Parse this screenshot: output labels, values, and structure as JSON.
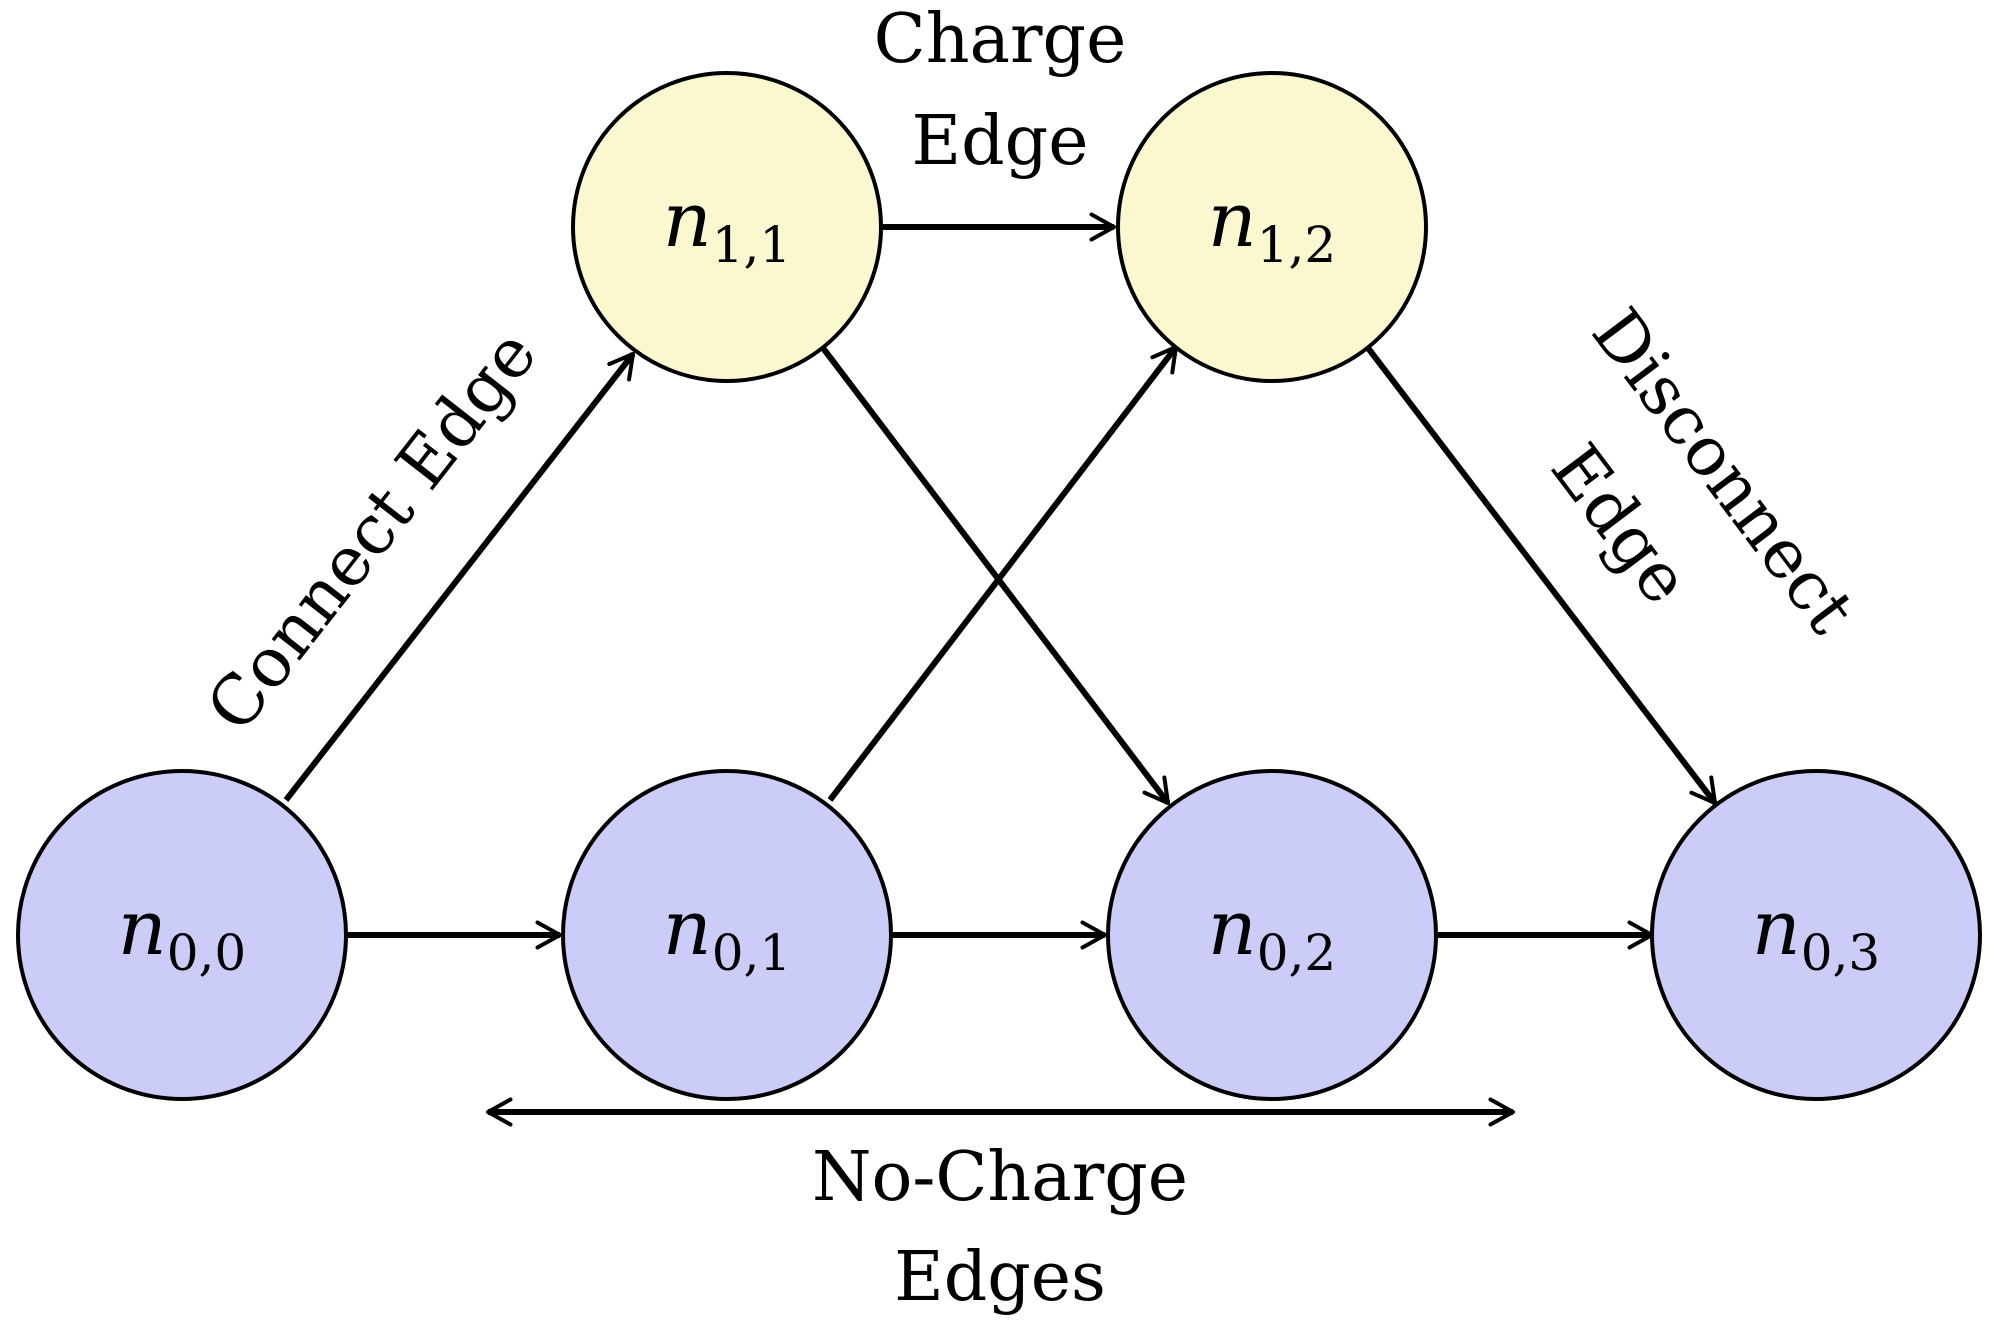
{
  "colors": {
    "level1_fill": "#fbf8d0",
    "level0_fill": "#ccccf9",
    "stroke": "#000000"
  },
  "nodes": {
    "n11": {
      "base": "n",
      "sub": "1,1"
    },
    "n12": {
      "base": "n",
      "sub": "1,2"
    },
    "n00": {
      "base": "n",
      "sub": "0,0"
    },
    "n01": {
      "base": "n",
      "sub": "0,1"
    },
    "n02": {
      "base": "n",
      "sub": "0,2"
    },
    "n03": {
      "base": "n",
      "sub": "0,3"
    }
  },
  "edge_labels": {
    "charge_line1": "Charge",
    "charge_line2": "Edge",
    "connect": "Connect Edge",
    "disconnect_line1": "Disconnect",
    "disconnect_line2": "Edge",
    "nocharge_line1": "No-Charge",
    "nocharge_line2": "Edges"
  }
}
